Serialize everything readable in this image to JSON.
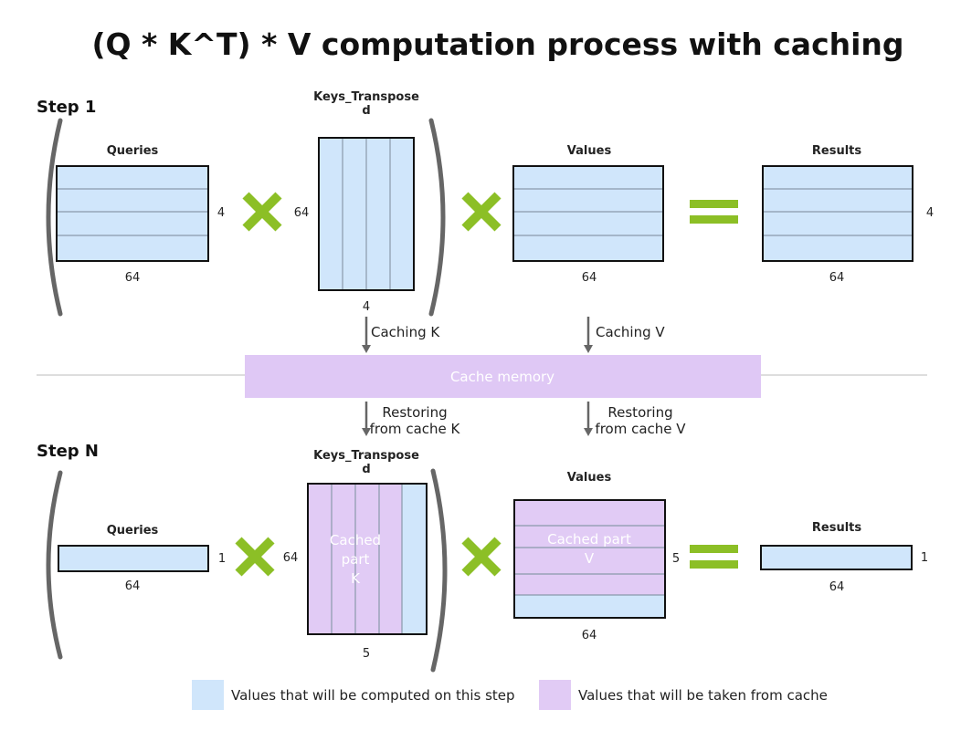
{
  "title": "(Q * K^T) * V computation process with caching",
  "colors": {
    "computed": "#d0e6fb",
    "cached": "#e1cbf5",
    "operator": "#8cbf26",
    "cache_memory": "#dfc8f5"
  },
  "step1": {
    "label": "Step 1",
    "queries": {
      "label": "Queries",
      "cols": "64",
      "rows": "4"
    },
    "keys": {
      "label_line1": "Keys_Transpose",
      "label_line2": "d",
      "rows": "64",
      "cols": "4"
    },
    "values": {
      "label": "Values",
      "cols": "64"
    },
    "results": {
      "label": "Results",
      "cols": "64",
      "rows": "4"
    }
  },
  "cache": {
    "caching_k": "Caching K",
    "caching_v": "Caching V",
    "memory_label": "Cache memory",
    "restore_k_line1": "Restoring",
    "restore_k_line2": "from cache K",
    "restore_v_line1": "Restoring",
    "restore_v_line2": "from cache V"
  },
  "stepN": {
    "label": "Step N",
    "queries": {
      "label": "Queries",
      "cols": "64",
      "rows": "1"
    },
    "keys": {
      "label_line1": "Keys_Transpose",
      "label_line2": "d",
      "rows": "64",
      "cols": "5",
      "cached_line1": "Cached",
      "cached_line2": "part",
      "cached_line3": "K"
    },
    "values": {
      "label": "Values",
      "cols": "64",
      "rows": "5",
      "cached_line1": "Cached part",
      "cached_line2": "V"
    },
    "results": {
      "label": "Results",
      "cols": "64",
      "rows": "1"
    }
  },
  "legend": {
    "computed": "Values that will be computed on this step",
    "cached": "Values that will be taken from cache"
  }
}
